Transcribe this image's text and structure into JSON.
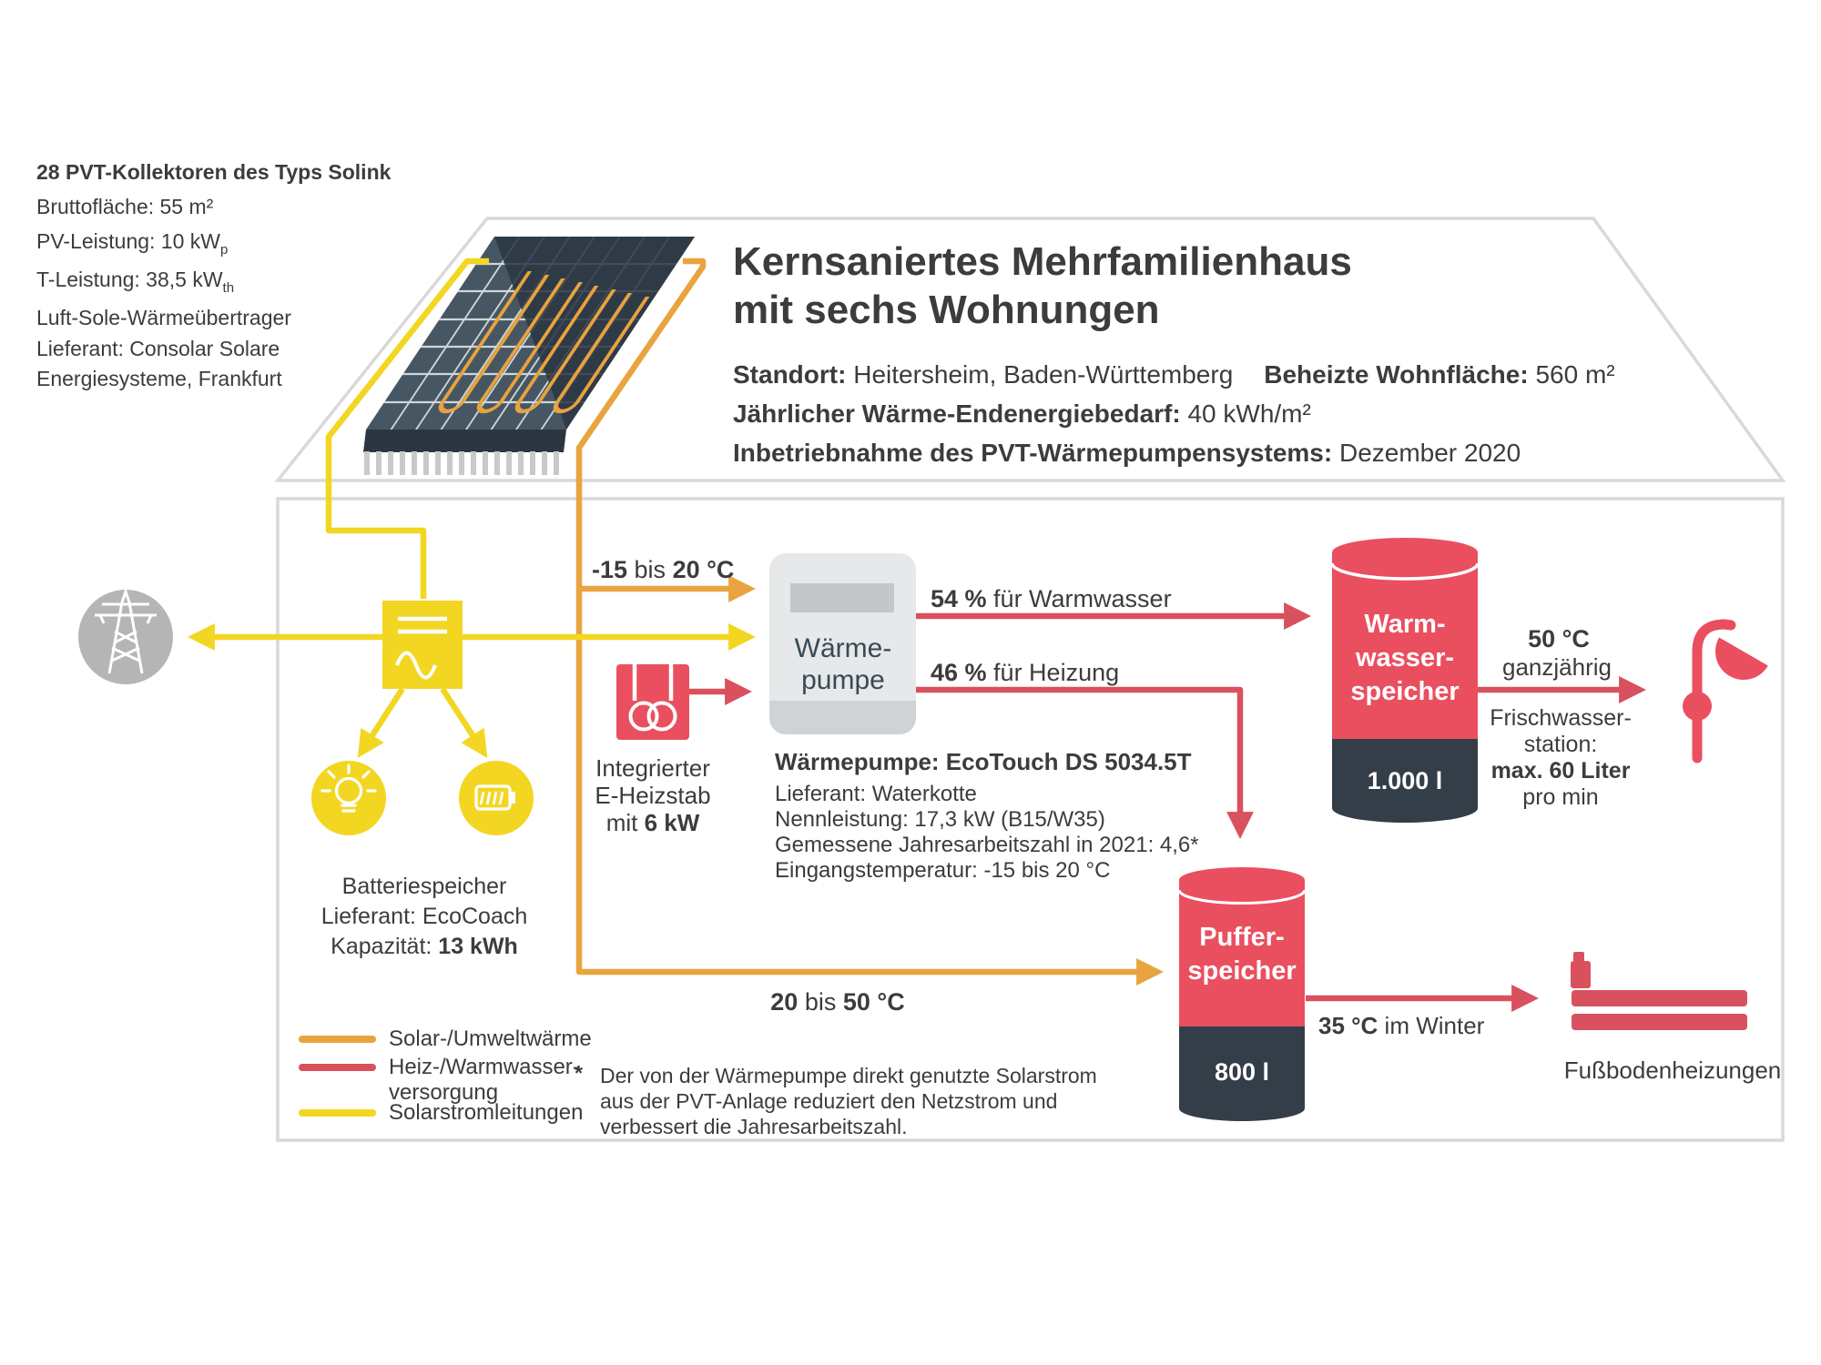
{
  "colors": {
    "solar_orange": "#e9a43f",
    "heat_red_line": "#d9515e",
    "tank_red": "#ea4f5f",
    "solar_yellow": "#f3d622",
    "dark_slate": "#333e48",
    "grid_grey": "#b5b5b5",
    "house_border": "#d9d9d9",
    "heatpump_grey": "#e6e8e9",
    "text": "#3c3c3b"
  },
  "collector_info": {
    "title": "28 PVT-Kollektoren des Typs Solink",
    "area": "Bruttofläche: 55 m²",
    "pv_main": "PV-Leistung: 10 kW",
    "pv_sub": "p",
    "t_main": "T-Leistung: 38,5 kW",
    "t_sub": "th",
    "line4": "Luft-Sole-Wärmeübertrager",
    "line5": "Lieferant: Consolar Solare",
    "line6": "Energiesysteme, Frankfurt"
  },
  "header": {
    "title_line1": "Kernsaniertes Mehrfamilienhaus",
    "title_line2": "mit sechs Wohnungen",
    "standort_label": "Standort:",
    "standort_value": " Heitersheim, Baden-Württemberg",
    "flaeche_label": "Beheizte Wohnfläche:",
    "flaeche_value": " 560 m²",
    "bedarf_label": "Jährlicher Wärme-Endenergiebedarf:",
    "bedarf_value": " 40 kWh/m²",
    "inbetrieb_label": "Inbetriebnahme des PVT-Wärmepumpensystems:",
    "inbetrieb_value": " Dezember 2020"
  },
  "flows": {
    "collector_to_hp": {
      "b1": "-15",
      "mid": " bis ",
      "b2": "20 °C"
    },
    "hp_to_wws": {
      "pct": "54 %",
      "rest": " für Warmwasser"
    },
    "hp_to_heating": {
      "pct": "46 %",
      "rest": " für Heizung"
    },
    "collector_to_puffer": {
      "b1": "20",
      "mid": " bis ",
      "b2": "50 °C"
    },
    "wws_out_temp": "50 °C",
    "wws_out_season": "ganzjährig",
    "fresh_l1": "Frischwasser-",
    "fresh_l2": "station:",
    "fresh_l3": "max. 60 Liter",
    "fresh_l4": "pro min",
    "puffer_out_temp": "35 °C",
    "puffer_out_rest": " im Winter",
    "floor_label": "Fußbodenheizungen"
  },
  "heizstab": {
    "l1": "Integrierter",
    "l2": "E-Heizstab",
    "l3_pre": "mit ",
    "l3_bold": "6 kW"
  },
  "heatpump": {
    "box_l1": "Wärme-",
    "box_l2": "pumpe",
    "name": "Wärmepumpe: EcoTouch DS 5034.5T",
    "specs": [
      "Lieferant: Waterkotte",
      "Nennleistung: 17,3 kW (B15/W35)",
      "Gemessene Jahresarbeitszahl in 2021: 4,6*",
      "Eingangstemperatur: -15 bis 20 °C"
    ]
  },
  "battery": {
    "l1": "Batteriespeicher",
    "l2": "Lieferant: EcoCoach",
    "l3_pre": "Kapazität: ",
    "l3_bold": "13 kWh"
  },
  "tanks": {
    "wws_l1": "Warm-",
    "wws_l2": "wasser-",
    "wws_l3": "speicher",
    "wws_vol": "1.000 l",
    "puffer_l1": "Puffer-",
    "puffer_l2": "speicher",
    "puffer_vol": "800 l"
  },
  "legend": {
    "items": [
      {
        "line1": "Solar-/Umweltwärme",
        "line2": ""
      },
      {
        "line1": "Heiz-/Warmwasser-",
        "line2": "versorgung"
      },
      {
        "line1": "Solarstromleitungen",
        "line2": ""
      }
    ]
  },
  "footnote": {
    "star": "*",
    "l1": "Der von der Wärmepumpe direkt genutzte Solarstrom",
    "l2": "aus der PVT-Anlage reduziert den Netzstrom und",
    "l3": "verbessert die Jahresarbeitszahl."
  }
}
